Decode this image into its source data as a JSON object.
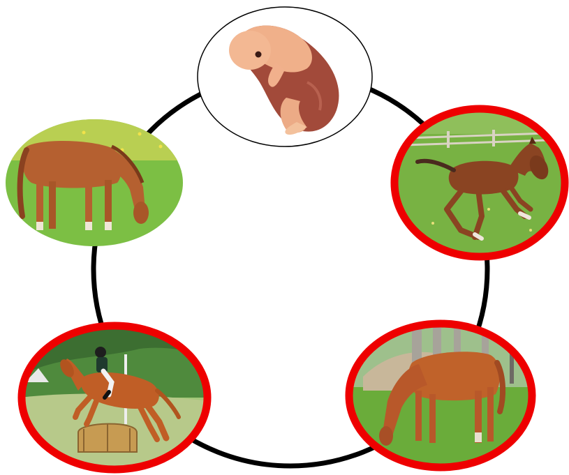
{
  "diagram": {
    "type": "life-cycle",
    "stages": [
      {
        "name": "embryo",
        "highlighted": false
      },
      {
        "name": "foal",
        "highlighted": true
      },
      {
        "name": "yearling",
        "highlighted": true
      },
      {
        "name": "riding-horse",
        "highlighted": true
      },
      {
        "name": "adult-horse",
        "highlighted": false
      }
    ],
    "colors": {
      "cycle_ring": "#000000",
      "highlight_ring": "#ee0000",
      "grass": "#6fb83a",
      "coat": "#b5602b",
      "embryo": "#d98b63"
    }
  }
}
